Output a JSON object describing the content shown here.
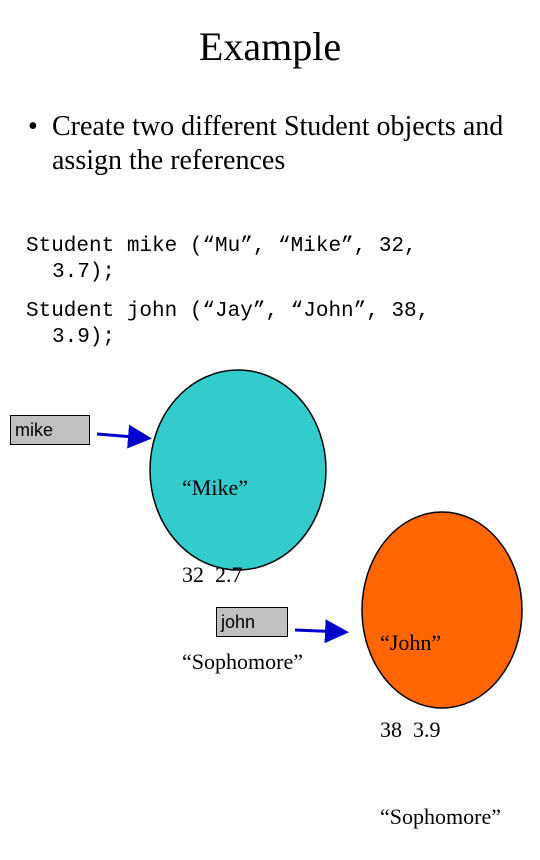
{
  "title": "Example",
  "bullet": {
    "marker": "•",
    "text": "Create two different Student objects and assign the references"
  },
  "code": {
    "line1": "Student mike (“Mu”, “Mike”, 32,",
    "line2": "3.7);",
    "line3": "Student john (“Jay”, “John”, 38,",
    "line4": "3.9);"
  },
  "references": {
    "mike": "mike",
    "john": "john"
  },
  "objects": {
    "mike": {
      "name": "“Mike”",
      "values": "32  2.7",
      "year": "“Sophomore”",
      "fill": "#33cccc"
    },
    "john": {
      "name": "“John”",
      "values": "38  3.9",
      "year": "“Sophomore”",
      "fill": "#ff6600"
    }
  },
  "colors": {
    "arrow": "#0000cc",
    "ref_box": "#c0c0c0"
  }
}
